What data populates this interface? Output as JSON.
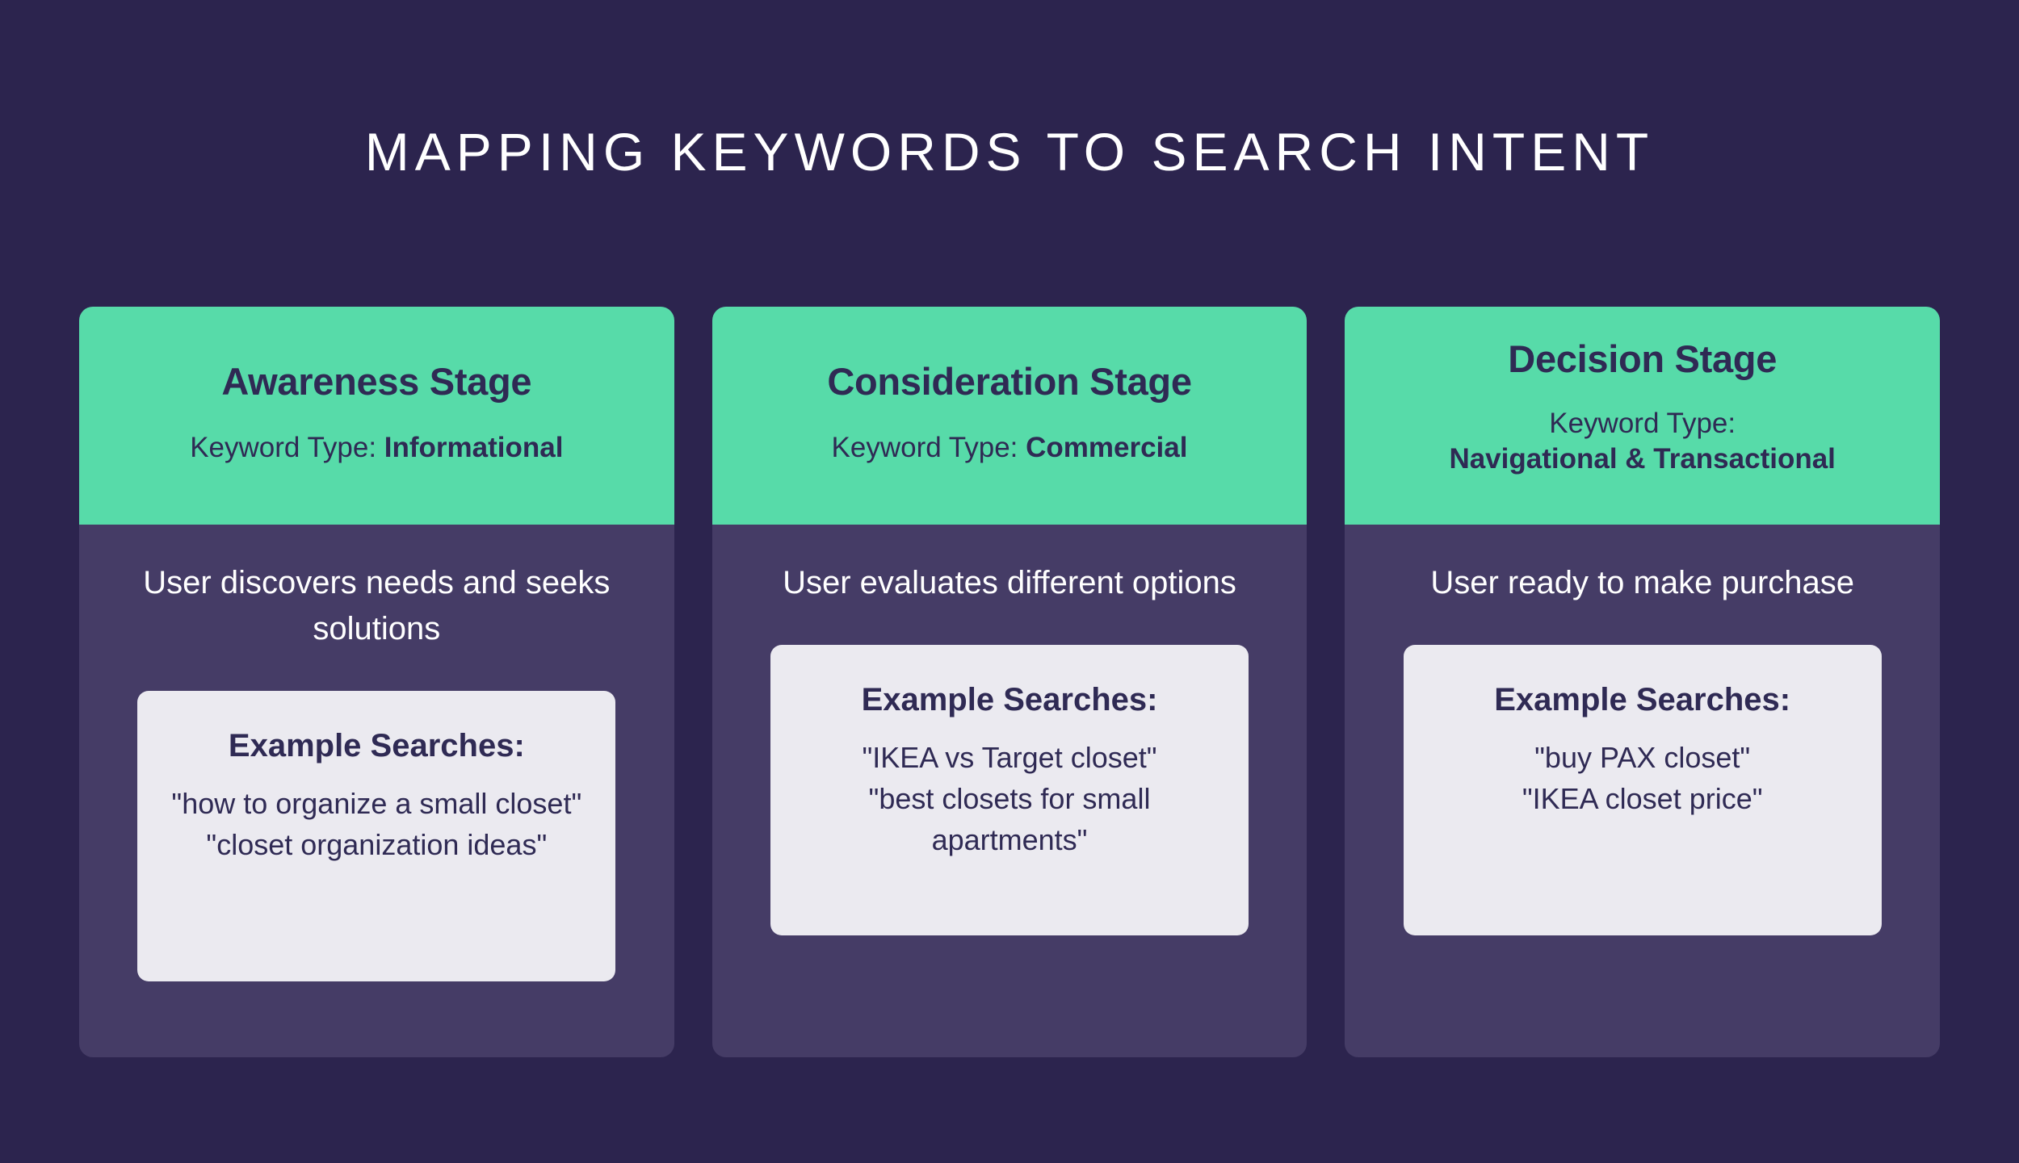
{
  "page": {
    "title": "MAPPING KEYWORDS TO SEARCH INTENT",
    "background_color": "#2C244E",
    "accent_green": "#57DBA9",
    "card_body_color": "#453C66",
    "example_box_color": "#EBEAF0",
    "dark_text_color": "#2F2A54"
  },
  "cards": [
    {
      "stage_title": "Awareness Stage",
      "keyword_type_label": "Keyword Type: ",
      "keyword_type_value": "Informational",
      "keyword_type_wraps": false,
      "description": "User discovers needs and seeks solutions",
      "example_heading": "Example Searches:",
      "example_queries": [
        "\"how to organize a small closet\"",
        "\"closet organization ideas\""
      ]
    },
    {
      "stage_title": "Consideration Stage",
      "keyword_type_label": "Keyword Type: ",
      "keyword_type_value": "Commercial",
      "keyword_type_wraps": false,
      "description": "User evaluates different options",
      "example_heading": "Example Searches:",
      "example_queries": [
        "\"IKEA vs Target closet\"",
        "\"best closets for small apartments\""
      ]
    },
    {
      "stage_title": "Decision Stage",
      "keyword_type_label": "Keyword Type:",
      "keyword_type_value": "Navigational & Transactional",
      "keyword_type_wraps": true,
      "description": "User ready to make purchase",
      "example_heading": "Example Searches:",
      "example_queries": [
        "\"buy PAX closet\"",
        "\"IKEA closet price\""
      ]
    }
  ]
}
